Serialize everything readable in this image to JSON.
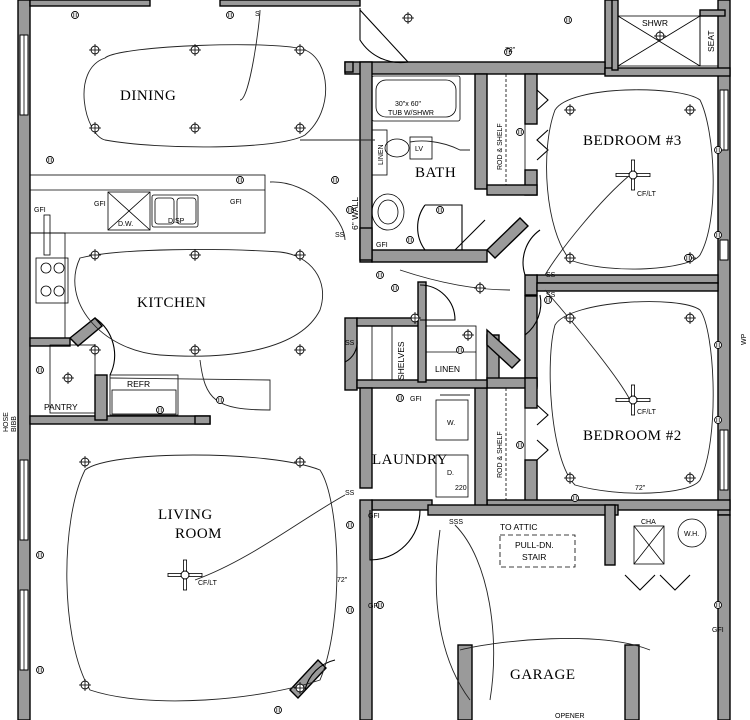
{
  "rooms": {
    "dining": "DINING",
    "kitchen": "KITCHEN",
    "bath": "BATH",
    "bedroom3": "BEDROOM #3",
    "bedroom2": "BEDROOM #2",
    "laundry": "LAUNDRY",
    "living_line1": "LIVING",
    "living_line2": "ROOM",
    "garage": "GARAGE",
    "pantry": "PANTRY",
    "linen": "LINEN",
    "shelves": "SHELVES",
    "shwr": "SHWR",
    "seat": "SEAT"
  },
  "labels": {
    "refr": "REFR",
    "dw": "D.W.",
    "disp": "DISP",
    "tub": "30\"x 60\"",
    "tub2": "TUB W/SHWR",
    "linen_bath": "LINEN",
    "lv": "LV",
    "wall_6": "6\" WALL",
    "rod_shelf_3": "ROD & SHELF",
    "rod_shelf_2": "ROD & SHELF",
    "cflt_bed3": "CF/LT",
    "cflt_bed2": "CF/LT",
    "cflt_living": "CF/LT",
    "to_attic": "TO ATTIC",
    "pull_dn_1": "PULL-DN.",
    "pull_dn_2": "STAIR",
    "cha": "CHA",
    "wh": "W.H.",
    "opener": "OPENER",
    "hose_1": "HOSE",
    "hose_2": "BIBB",
    "w": "W.",
    "d": "D.",
    "v220": "220",
    "wp": "WP",
    "h72a": "72\"",
    "h72b": "72\"",
    "h72c": "72\"",
    "gfi": [
      "GFI",
      "GFI",
      "GFI",
      "GFI",
      "GFI",
      "GFI",
      "GFI",
      "GFI"
    ],
    "ss": [
      "SS",
      "SS",
      "SS",
      "SS",
      "SSS",
      "SS",
      "S"
    ]
  }
}
